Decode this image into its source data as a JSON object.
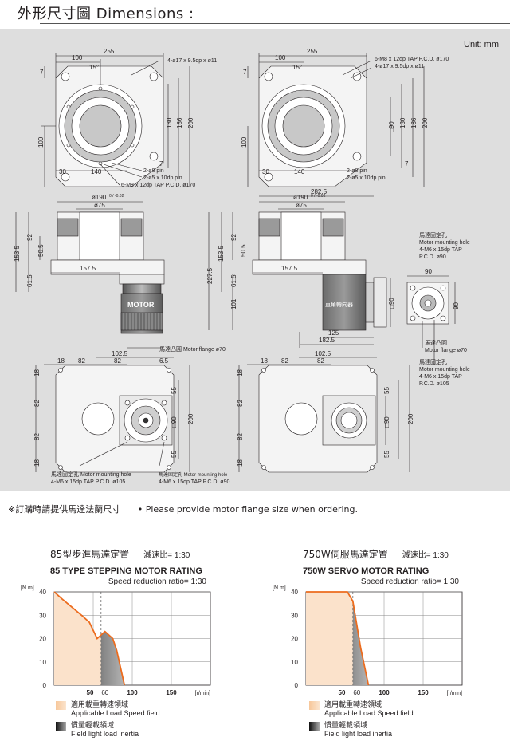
{
  "header": {
    "title": "外形尺寸圖  Dimensions :"
  },
  "drawing": {
    "unit": "Unit: mm",
    "top_left": {
      "dims": [
        "255",
        "100",
        "15°",
        "7",
        "100",
        "130",
        "186",
        "200",
        "30",
        "140",
        "7"
      ],
      "callouts": [
        "4-ø17 x 9.5dp x ø11",
        "2-ø8 pin",
        "2-ø5 x 10dp pin",
        "6-M8 x 12dp TAP P.C.D. ø170"
      ]
    },
    "top_right": {
      "dims": [
        "255",
        "100",
        "15°",
        "7",
        "100",
        "□90",
        "130",
        "186",
        "200",
        "30",
        "140",
        "7"
      ],
      "callouts": [
        "6-M8 x 12dp TAP P.C.D. ø170",
        "4-ø17 x 9.5dp x ø11",
        "2-ø8 pin",
        "2-ø5 x 10dp pin"
      ]
    },
    "mid_left": {
      "dims": [
        "ø190",
        "0 / -0.02",
        "ø75",
        "92",
        "153.5",
        "50.5",
        "157.5",
        "61.5"
      ],
      "motor_label": "MOTOR"
    },
    "mid_right": {
      "dims": [
        "282.5",
        "ø190",
        "0 / -0.02",
        "ø75",
        "92",
        "153.5",
        "50.5",
        "227.5",
        "157.5",
        "61.5",
        "101",
        "□90",
        "125",
        "182.5"
      ],
      "gearbox_label": "直角轉向器"
    },
    "side_view": {
      "callout_zh": "馬達固定孔",
      "callout_en": "Motor mounting hole",
      "callout_spec": "4-M6 x 15dp TAP",
      "callout_pcd": "P.C.D. ø90",
      "dims": [
        "90",
        "90"
      ],
      "flange_zh": "馬達凸圓",
      "flange_en": "Motor flange ø70",
      "hole2_zh": "馬達固定孔",
      "hole2_en": "Motor mounting hole",
      "hole2_spec": "4-M6 x 15dp TAP",
      "hole2_pcd": "P.C.D. ø105"
    },
    "bottom_left": {
      "flange_callout": "馬達凸圓  Motor flange ø70",
      "dims": [
        "102.5",
        "18",
        "82",
        "82",
        "6.5",
        "18",
        "82",
        "82",
        "18",
        "55",
        "□90",
        "200",
        "55"
      ],
      "callout1": "馬達固定孔  Motor mounting hole",
      "callout1_spec": "4-M6 x 15dp TAP P.C.D. ø105",
      "callout2": "馬達固定孔  Motor mounting hole",
      "callout2_spec": "4-M6 x 15dp TAP P.C.D. ø90"
    },
    "bottom_right": {
      "dims": [
        "102.5",
        "18",
        "82",
        "82",
        "18",
        "82",
        "82",
        "18",
        "55",
        "□90",
        "200",
        "55"
      ]
    }
  },
  "note": {
    "zh": "※訂購時請提供馬達法蘭尺寸",
    "en": "• Please provide motor flange size when ordering."
  },
  "charts": [
    {
      "title_zh": "85型步進馬達定置",
      "ratio_zh": "減速比= 1:30",
      "title_en": "85 TYPE STEPPING MOTOR RATING",
      "subtitle": "Speed reduction ratio= 1:30",
      "legend": [
        {
          "zh": "適用載重轉速領域",
          "en": "Applicable Load Speed field"
        },
        {
          "zh": "慣量輕載領域",
          "en": "Field light load inertia"
        }
      ]
    },
    {
      "title_zh": "750W伺服馬達定置",
      "ratio_zh": "減速比= 1:30",
      "title_en": "750W SERVO MOTOR RATING",
      "subtitle": "Speed reduction ratio= 1:30",
      "legend": [
        {
          "zh": "適用載重轉速領域",
          "en": "Applicable Load Speed field"
        },
        {
          "zh": "慣量輕載領域",
          "en": "Field light load inertia"
        }
      ]
    }
  ],
  "chart_data": [
    {
      "type": "area",
      "ylabel": "[N.m]",
      "xlabel": "[r/min]",
      "xlim": [
        0,
        200
      ],
      "ylim": [
        0,
        40
      ],
      "xticks": [
        "50",
        "60",
        "100",
        "150"
      ],
      "yticks": [
        "0",
        "10",
        "20",
        "30",
        "40"
      ],
      "grid": true,
      "dashed_line_x": 60,
      "series": [
        {
          "name": "Applicable Load Speed field",
          "x": [
            0,
            10,
            35,
            45,
            55,
            65,
            75,
            80,
            90
          ],
          "y": [
            40,
            37,
            30,
            27,
            20,
            23,
            20,
            15,
            0
          ]
        }
      ]
    },
    {
      "type": "area",
      "ylabel": "[N.m]",
      "xlabel": "[r/min]",
      "xlim": [
        0,
        200
      ],
      "ylim": [
        0,
        40
      ],
      "xticks": [
        "50",
        "60",
        "100",
        "150"
      ],
      "yticks": [
        "0",
        "10",
        "20",
        "30",
        "40"
      ],
      "grid": true,
      "dashed_line_x": 60,
      "series": [
        {
          "name": "Applicable Load Speed field",
          "x": [
            0,
            53,
            60,
            70,
            80
          ],
          "y": [
            40,
            40,
            36,
            16,
            0
          ]
        }
      ]
    }
  ]
}
